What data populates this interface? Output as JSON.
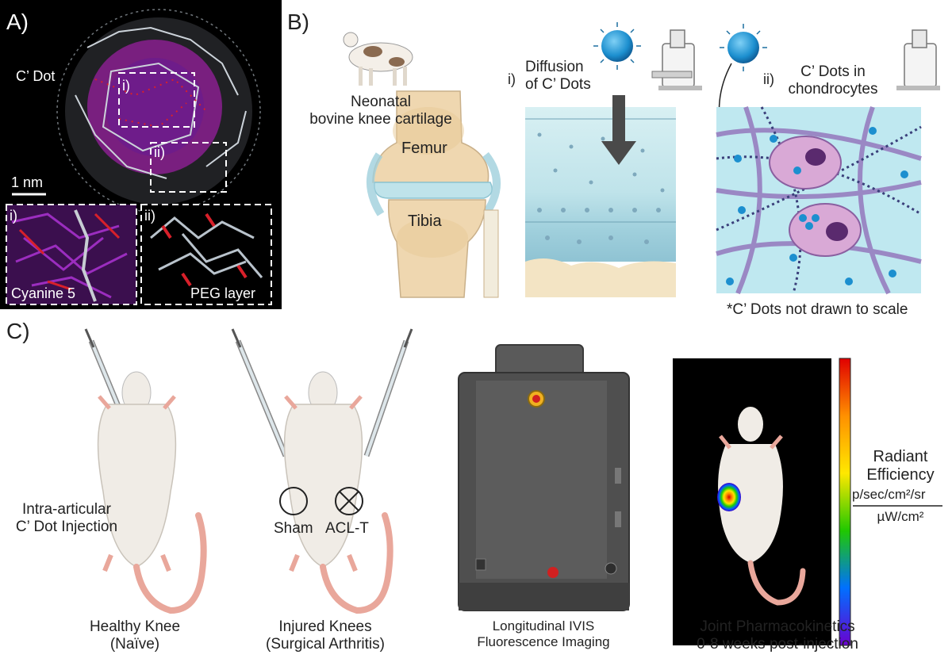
{
  "panel_a": {
    "label": "A)",
    "dot_label": "C’ Dot",
    "inset_i_marker": "i)",
    "inset_ii_marker": "ii)",
    "scale_bar": "1 nm",
    "inset_i_caption": "Cyanine 5",
    "inset_ii_caption": "PEG layer",
    "colors": {
      "background": "#000000",
      "core": "#8a1f8f",
      "peg": "#b9c3cc",
      "oxygen": "#d8202a"
    }
  },
  "panel_b": {
    "label": "B)",
    "source": "Neonatal\nbovine knee cartilage",
    "femur": "Femur",
    "tibia": "Tibia",
    "step_i_marker": "i)",
    "step_i_text": "Diffusion\nof C’ Dots",
    "step_ii_marker": "ii)",
    "step_ii_text": "C’ Dots in\nchondrocytes",
    "footnote": "*C’ Dots not drawn to scale",
    "colors": {
      "bone": "#efd7b0",
      "cartilage": "#bfe3ea",
      "dot": "#1c8fcf"
    }
  },
  "panel_c": {
    "label": "C)",
    "injection_text": "Intra-articular\nC’ Dot Injection",
    "sham": "Sham",
    "aclt": "ACL-T",
    "col1_caption": "Healthy Knee\n(Naïve)",
    "col2_caption": "Injured Knees\n(Surgical Arthritis)",
    "col3_caption": "Longitudinal IVIS\nFluorescence Imaging",
    "col4_caption": "Joint Pharmacokinetics\n0-8 weeks post-injection",
    "colorbar_title": "Radiant\nEfficiency",
    "colorbar_unit_num": "p/sec/cm²/sr",
    "colorbar_unit_den": "µW/cm²",
    "colors": {
      "rat_body": "#f0ece6",
      "tail": "#e9a79b",
      "ivis": "#4f4f4f"
    }
  }
}
